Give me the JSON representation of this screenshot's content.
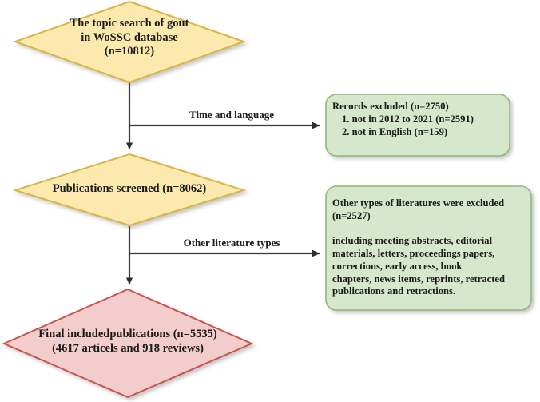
{
  "diagram": {
    "type": "prisma-flowchart",
    "background": "#ffffff",
    "colors": {
      "diamond_yellow_fill": "#fbe9ad",
      "diamond_yellow_stroke": "#d8b642",
      "diamond_pink_fill": "#f2cdcb",
      "diamond_pink_stroke": "#c9554f",
      "box_green_fill": "#d6e8cb",
      "box_green_stroke": "#8fb87a",
      "connector": "#3a3a3a",
      "text": "#1a1a1a"
    },
    "nodes": {
      "topic_search": {
        "shape": "diamond",
        "label": "The topic search of gout\nin WoSSC database\n(n=10812)",
        "count": "10812"
      },
      "publications_screened": {
        "shape": "diamond",
        "label": "Publications screened (n=8062)",
        "count": "8062"
      },
      "final_included": {
        "shape": "diamond",
        "label": "Final includedpublications (n=5535)\n(4617 articels and  918 reviews)",
        "count": "5535",
        "articles": "4617",
        "reviews": "918"
      },
      "records_excluded": {
        "shape": "rounded-box",
        "title": "Records excluded (n=2750)",
        "count": "2750",
        "items": "1. not in 2012 to 2021 (n=2591)\n2. not in English (n=159)"
      },
      "other_types_excluded": {
        "shape": "rounded-box",
        "heading": "Other types of literatures were excluded\n(n=2527)",
        "count": "2527",
        "body": "including meeting abstracts, editorial\nmaterials, letters, proceedings papers,\ncorrections, early access, book\nchapters, news items, reprints, retracted\npublications and retractions."
      }
    },
    "edges": {
      "time_and_language": "Time and language",
      "other_literature_types": "Other literature types"
    }
  }
}
